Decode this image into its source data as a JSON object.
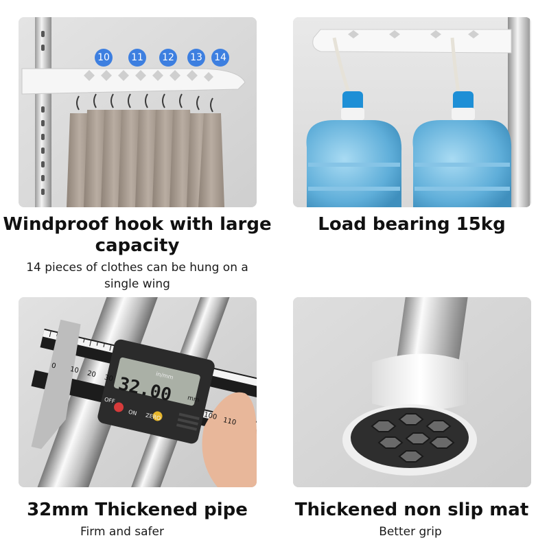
{
  "panels": [
    {
      "title": "Windproof hook with large capacity",
      "subtitle": "14 pieces of clothes can be hung on a single wing",
      "hook_numbers": [
        "10",
        "11",
        "12",
        "13",
        "14"
      ]
    },
    {
      "title": "Load bearing 15kg",
      "subtitle": ""
    },
    {
      "title": "32mm Thickened pipe",
      "subtitle": "Firm and safer",
      "caliper": {
        "reading": "32.00",
        "unit": "in/mm",
        "unit_small": "mm",
        "off_label": "OFF",
        "on_label": "ON",
        "zero_label": "ZERO",
        "scale_top": [
          "0",
          "10",
          "20",
          "30"
        ],
        "scale_bottom": [
          "100",
          "110"
        ]
      }
    },
    {
      "title": "Thickened non slip mat",
      "subtitle": "Better grip"
    }
  ],
  "colors": {
    "badge": "#3d7fe0",
    "bottle": "#7bbfe3",
    "cap": "#1e8fd6",
    "photo_bg": "#d9d9d9"
  }
}
